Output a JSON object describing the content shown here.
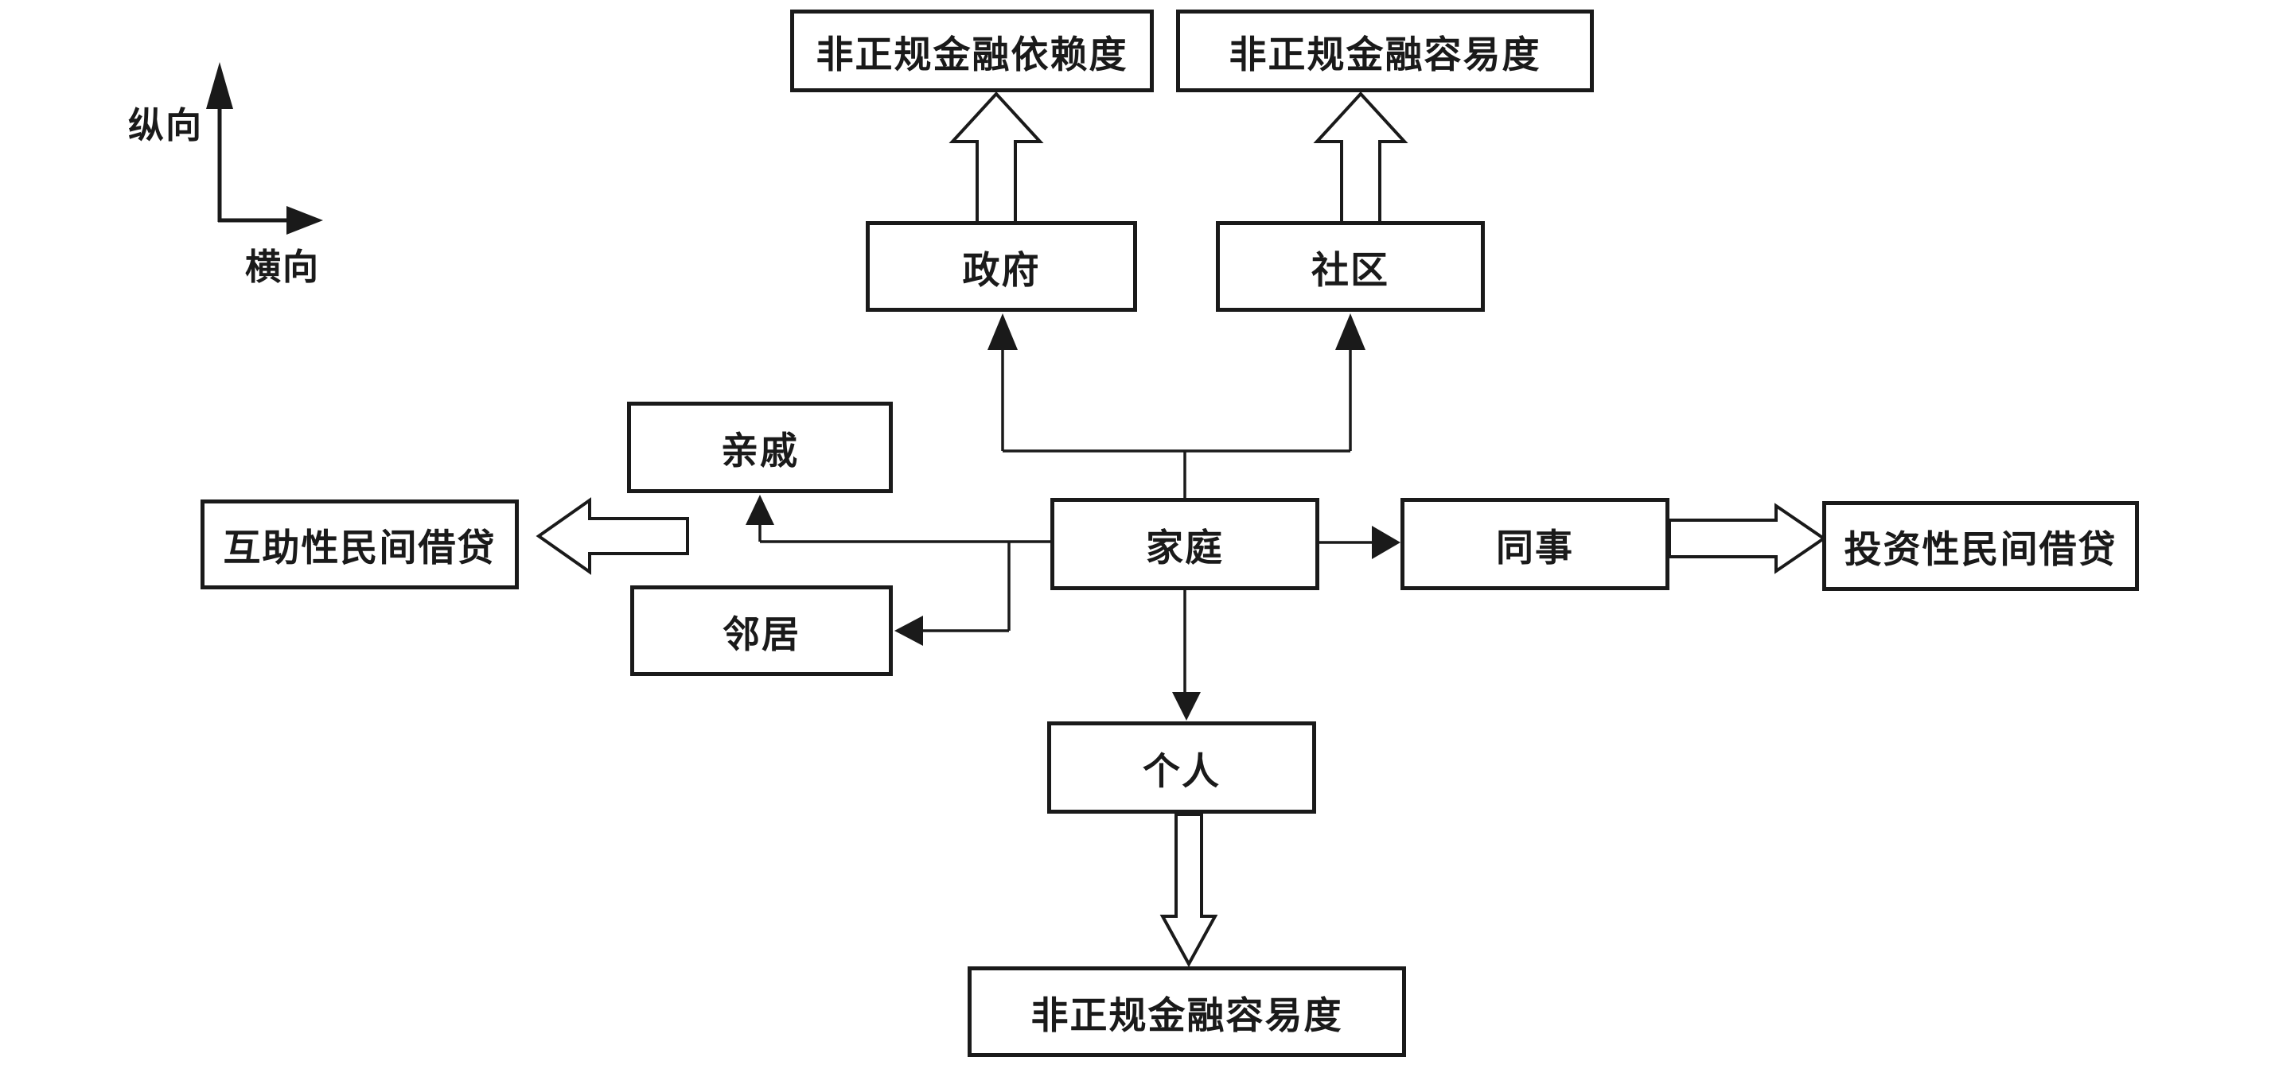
{
  "diagram": {
    "title_hint": "informal-finance social-network flow diagram",
    "axis": {
      "vertical_label": "纵向",
      "horizontal_label": "横向"
    },
    "nodes": {
      "dependence_top": "非正规金融依赖度",
      "ease_top": "非正规金融容易度",
      "government": "政府",
      "community": "社区",
      "relatives": "亲戚",
      "neighbors": "邻居",
      "family": "家庭",
      "colleagues": "同事",
      "mutual_lending": "互助性民间借贷",
      "investment_lending": "投资性民间借贷",
      "individual": "个人",
      "ease_bottom": "非正规金融容易度"
    },
    "colors": {
      "line": "#1a1a1a",
      "background": "#ffffff"
    }
  }
}
